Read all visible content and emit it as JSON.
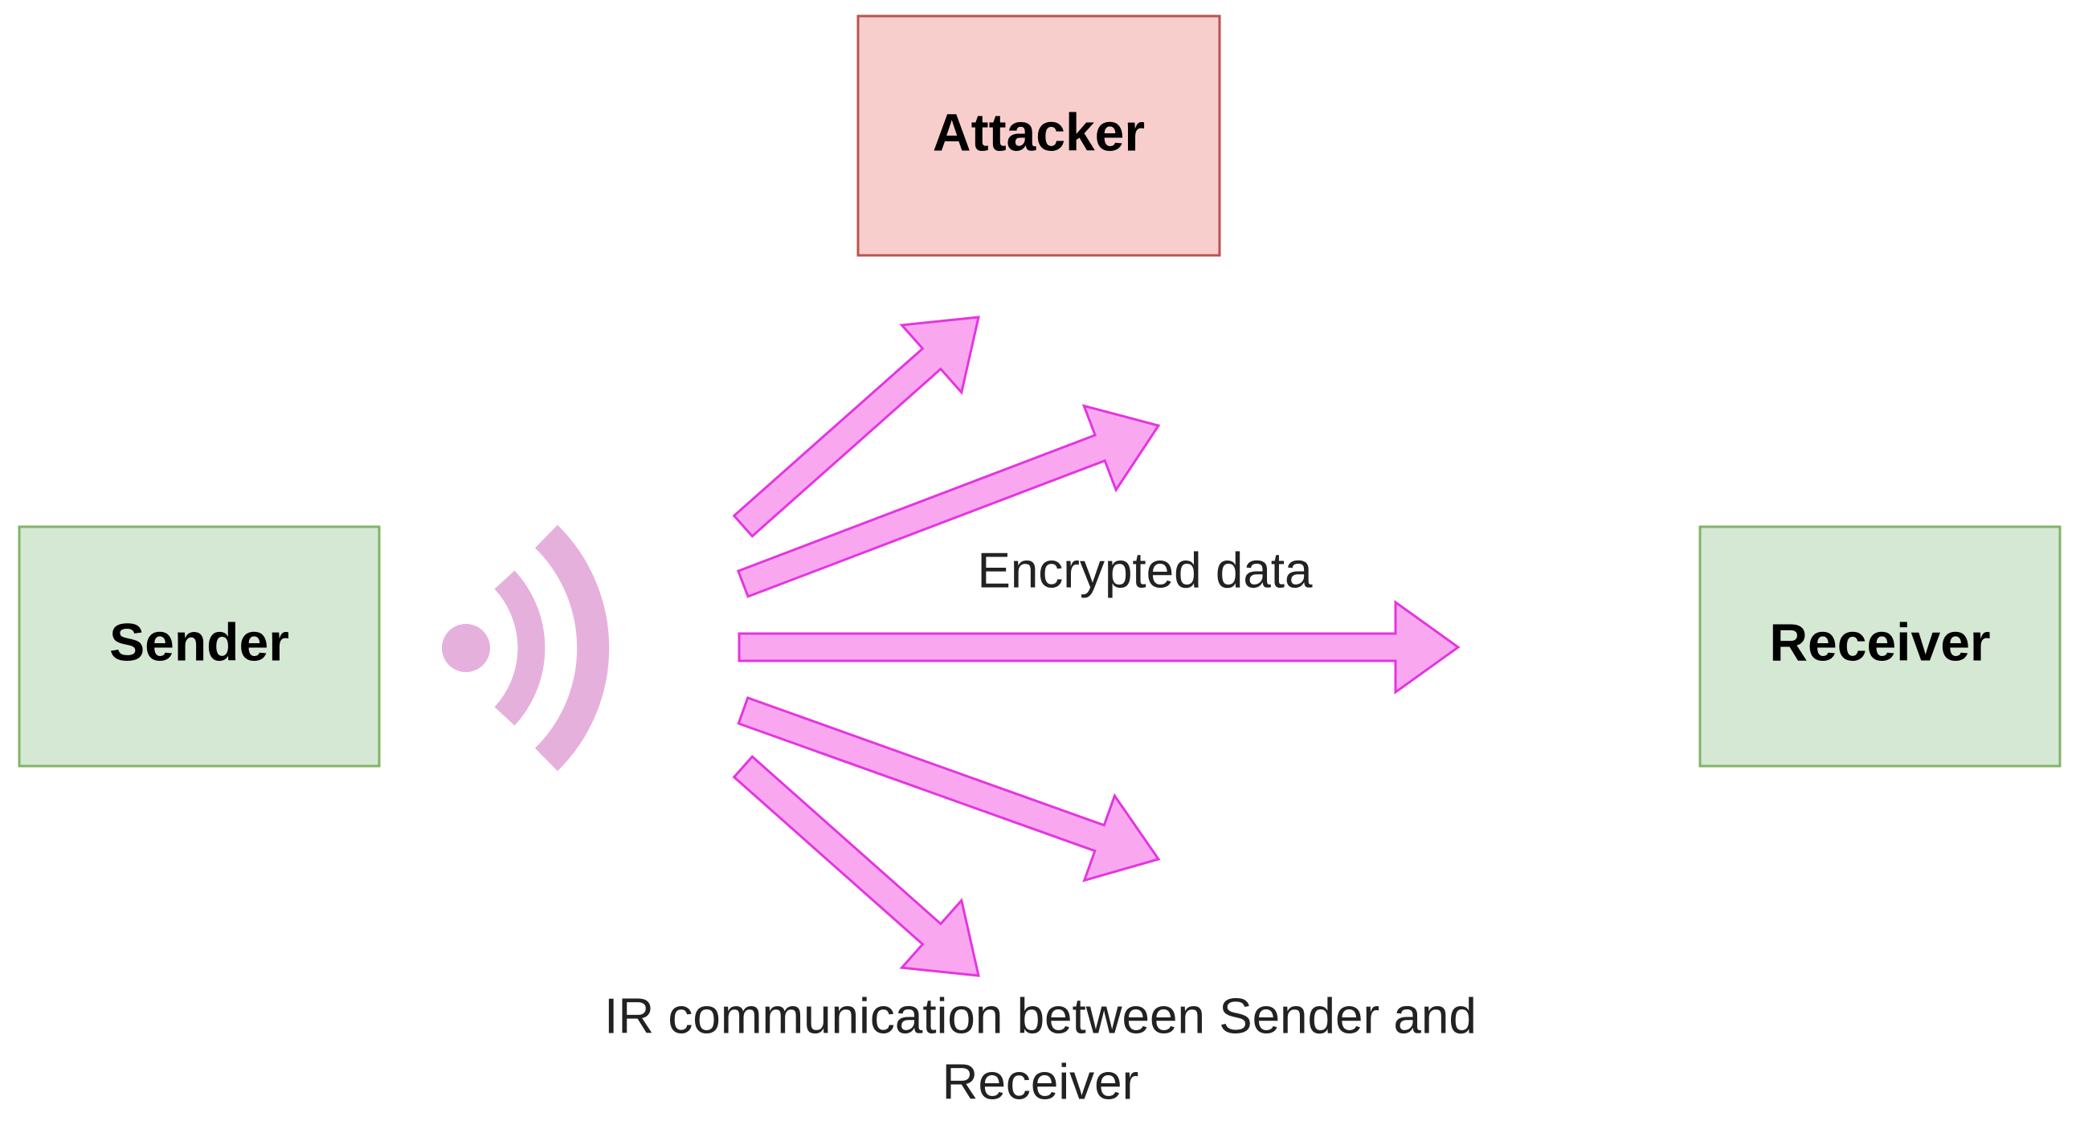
{
  "nodes": {
    "attacker": {
      "label": "Attacker"
    },
    "sender": {
      "label": "Sender"
    },
    "receiver": {
      "label": "Receiver"
    }
  },
  "labels": {
    "encrypted_data": "Encrypted data",
    "caption_line1": "IR communication between Sender and",
    "caption_line2": "Receiver"
  },
  "colors": {
    "attacker_fill": "#f8cecc",
    "attacker_stroke": "#b85450",
    "node_fill": "#d5e8d4",
    "node_stroke": "#82b366",
    "arrow_fill": "#f9a8f0",
    "arrow_stroke": "#e535e0",
    "signal_color": "#e6b0dd"
  },
  "icons": {
    "signal": "wireless-signal-icon"
  }
}
